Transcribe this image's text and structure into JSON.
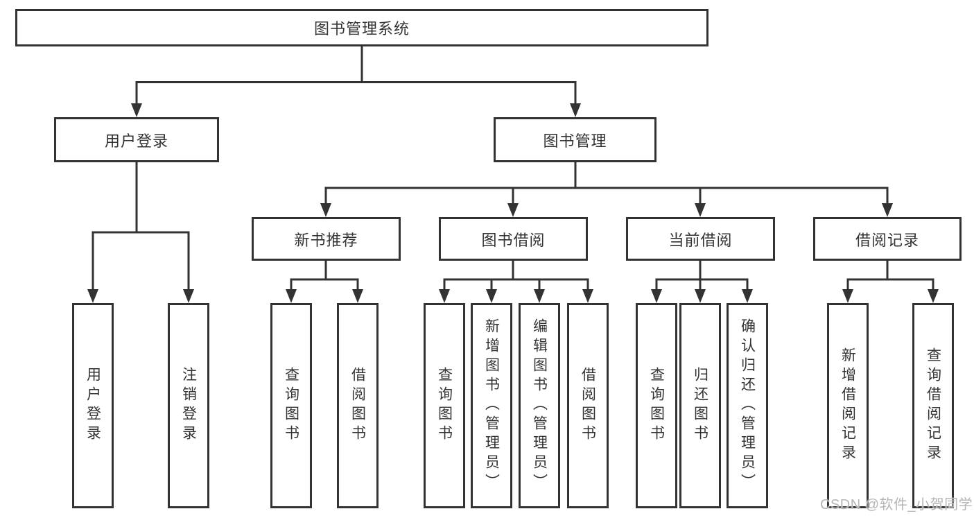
{
  "tree": {
    "root": "图书管理系统",
    "branches": [
      {
        "label": "用户登录",
        "children": [
          "用户登录",
          "注销登录"
        ]
      },
      {
        "label": "图书管理",
        "children": [
          {
            "label": "新书推荐",
            "children": [
              "查询图书",
              "借阅图书"
            ]
          },
          {
            "label": "图书借阅",
            "children": [
              "查询图书",
              "新增图书（管理员）",
              "编辑图书（管理员）",
              "借阅图书"
            ]
          },
          {
            "label": "当前借阅",
            "children": [
              "查询图书",
              "归还图书",
              "确认归还（管理员）"
            ]
          },
          {
            "label": "借阅记录",
            "children": [
              "新增借阅记录",
              "查询借阅记录"
            ]
          }
        ]
      }
    ]
  },
  "watermark": {
    "text": "CSDN @软件_小贺同学"
  },
  "colors": {
    "line": "#333333",
    "text": "#333333",
    "box_background": "#ffffff",
    "watermark_text": "#b5b5b5"
  }
}
